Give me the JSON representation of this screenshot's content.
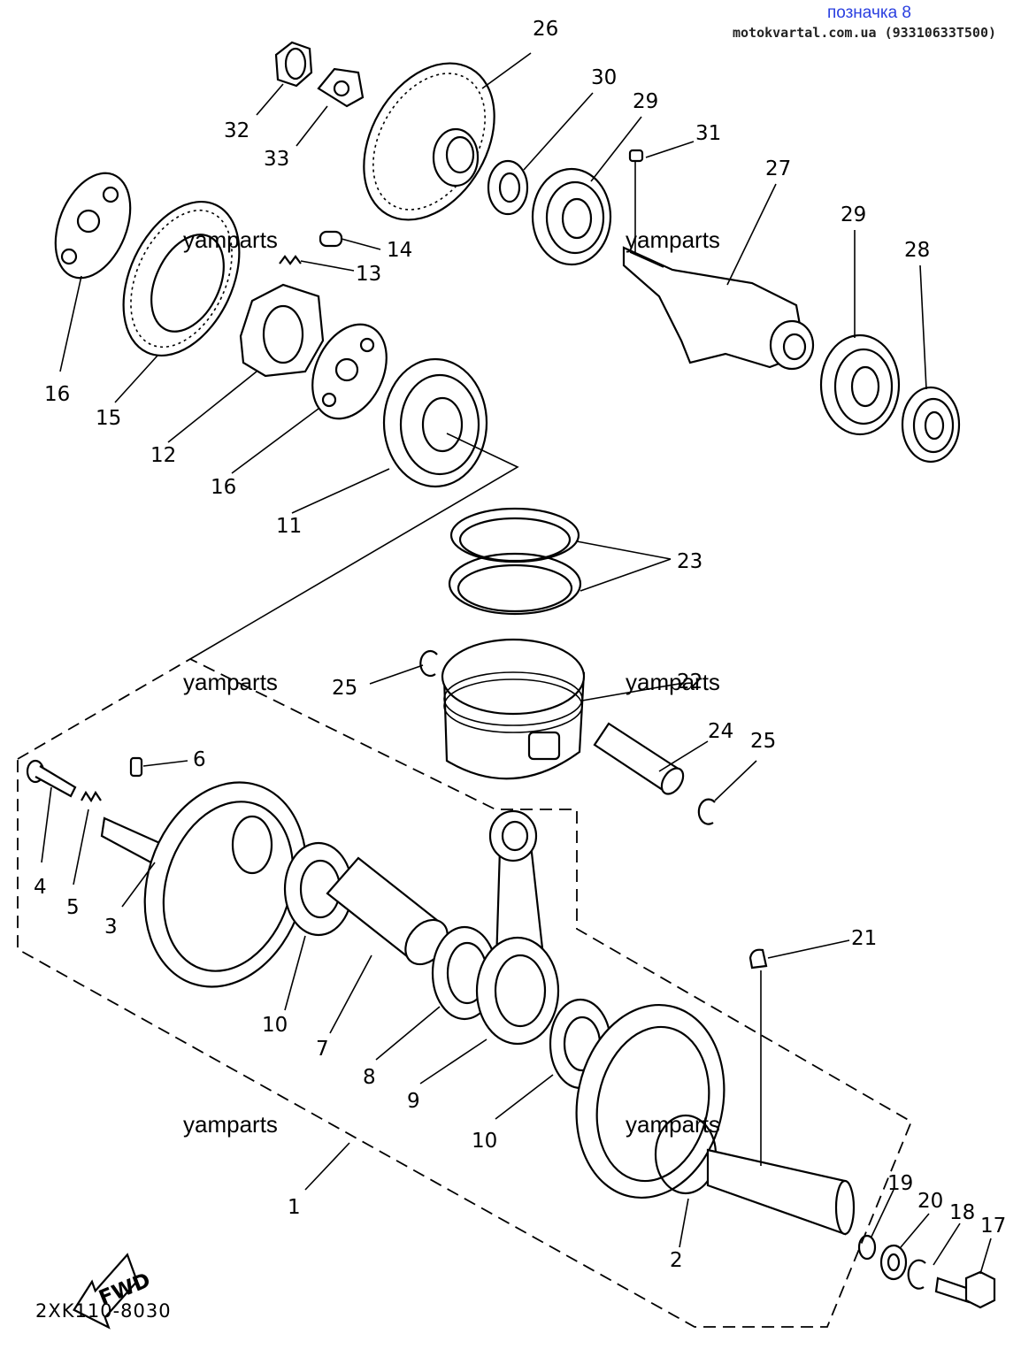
{
  "header": {
    "mark": "позначка 8",
    "source": "motokvartal.com.ua (93310633T500)"
  },
  "watermarks": [
    "yamparts",
    "yamparts",
    "yamparts",
    "yamparts",
    "yamparts",
    "yamparts"
  ],
  "drawing_code": "2XK110-8030",
  "fwd_label": "FWD",
  "callouts": [
    "1",
    "2",
    "3",
    "4",
    "5",
    "6",
    "7",
    "8",
    "9",
    "10",
    "10",
    "11",
    "12",
    "13",
    "14",
    "15",
    "16",
    "16",
    "17",
    "18",
    "19",
    "20",
    "21",
    "22",
    "23",
    "24",
    "25",
    "25",
    "26",
    "27",
    "28",
    "29",
    "29",
    "30",
    "31",
    "32",
    "33"
  ]
}
